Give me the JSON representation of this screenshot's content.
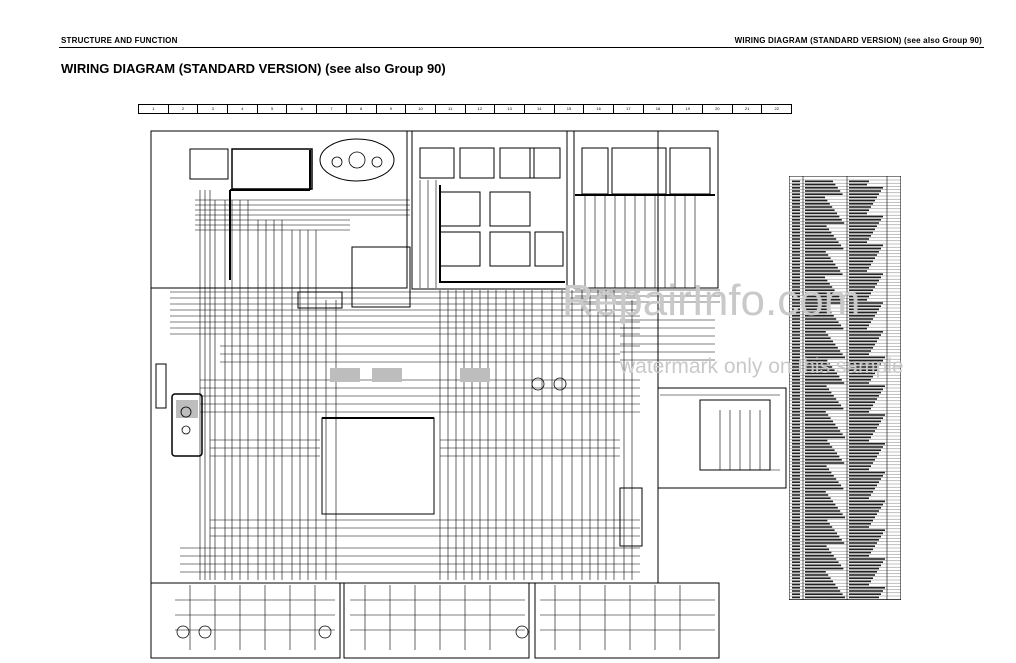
{
  "header": {
    "left": "STRUCTURE AND FUNCTION",
    "right": "WIRING DIAGRAM (STANDARD VERSION) (see also Group 90)"
  },
  "title": "WIRING DIAGRAM (STANDARD VERSION) (see also Group 90)",
  "ruler": {
    "cells": [
      "1",
      "2",
      "3",
      "4",
      "5",
      "6",
      "7",
      "8",
      "9",
      "10",
      "11",
      "12",
      "13",
      "14",
      "15",
      "16",
      "17",
      "18",
      "19",
      "20",
      "21",
      "22"
    ]
  },
  "watermark": {
    "line1": "RepairInfo.com",
    "line2": "watermark only on this sample"
  }
}
